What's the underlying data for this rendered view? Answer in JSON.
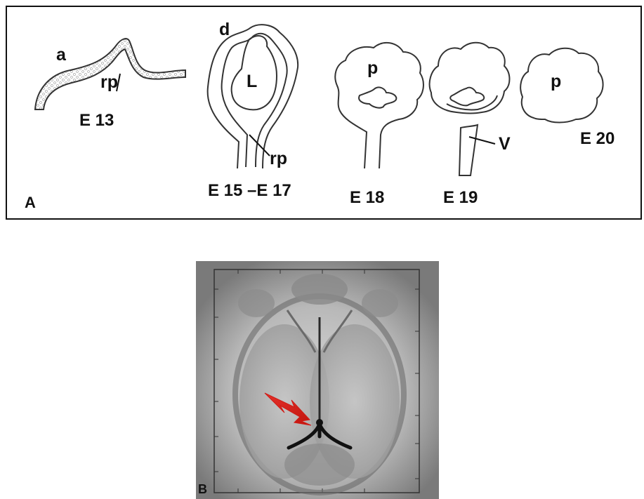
{
  "panel_a": {
    "panel_label": "A",
    "stages": {
      "e13": "E 13",
      "e15_17": "E 15 –E 17",
      "e18": "E 18",
      "e19": "E 19",
      "e20": "E 20"
    },
    "part_labels": {
      "a": "a",
      "rp_e13": "rp",
      "d": "d",
      "L": "L",
      "rp_e15": "rp",
      "p_e18": "p",
      "V": "V",
      "p_e20": "p"
    }
  },
  "panel_b": {
    "panel_label": "B",
    "arrow_color": "#e8211a"
  }
}
